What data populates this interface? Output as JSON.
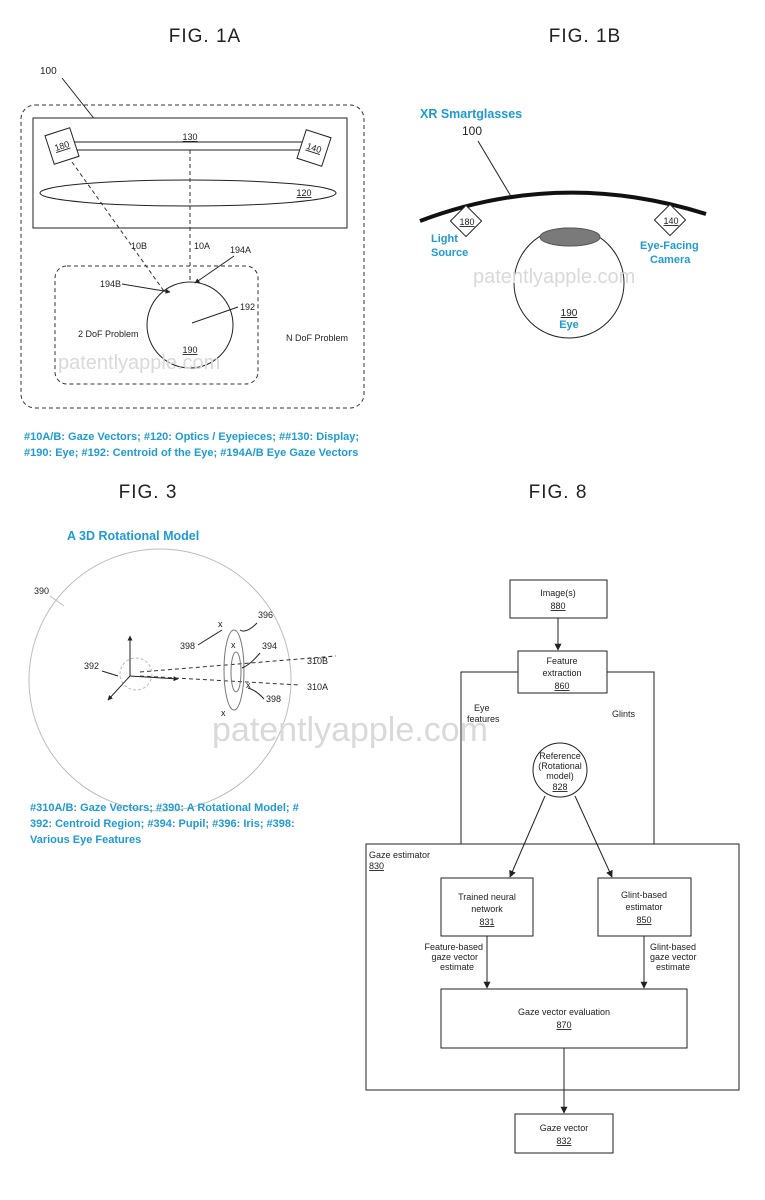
{
  "fig1a": {
    "title": "FIG. 1A",
    "ref_100": "100",
    "ref_130": "130",
    "ref_180": "180",
    "ref_140": "140",
    "ref_120": "120",
    "ref_10b": "10B",
    "ref_10a": "10A",
    "ref_194a": "194A",
    "ref_194b": "194B",
    "ref_192": "192",
    "ref_190": "190",
    "dof2": "2 DoF Problem",
    "ndof": "N DoF Problem",
    "watermark": "patentlyapple.com",
    "caption_line1": "#10A/B: Gaze Vectors; #120: Optics / Eyepieces; ##130: Display;",
    "caption_line2": "#190: Eye; #192: Centroid of the Eye; #194A/B Eye Gaze Vectors"
  },
  "fig1b": {
    "title": "FIG. 1B",
    "xr_label": "XR Smartglasses",
    "ref_100": "100",
    "ref_180": "180",
    "ref_140": "140",
    "light_source_1": "Light",
    "light_source_2": "Source",
    "eye_cam_1": "Eye-Facing",
    "eye_cam_2": "Camera",
    "ref_190": "190",
    "eye_label": "Eye",
    "watermark": "patentlyapple.com"
  },
  "fig3": {
    "title": "FIG. 3",
    "heading": "A 3D Rotational Model",
    "ref_390": "390",
    "ref_396": "396",
    "ref_398_top": "398",
    "ref_394": "394",
    "ref_310b": "310B",
    "ref_392": "392",
    "ref_310a": "310A",
    "ref_398_bottom": "398",
    "watermark": "patentlyapple.com",
    "caption_line1": "#310A/B: Gaze Vectors; #390: A Rotational Model; #",
    "caption_line2": "392: Centroid Region; #394: Pupil; #396: Iris; #398:",
    "caption_line3": "Various Eye Features"
  },
  "fig8": {
    "title": "FIG. 8",
    "images_label": "Image(s)",
    "images_ref": "880",
    "feature_label_1": "Feature",
    "feature_label_2": "extraction",
    "feature_ref": "860",
    "eye_features_1": "Eye",
    "eye_features_2": "features",
    "glints": "Glints",
    "reference_1": "Reference",
    "reference_2": "(Rotational",
    "reference_3": "model)",
    "reference_ref": "828",
    "gaze_estimator": "Gaze estimator",
    "gaze_estimator_ref": "830",
    "nn_1": "Trained neural",
    "nn_2": "network",
    "nn_ref": "831",
    "glint_est_1": "Glint-based",
    "glint_est_2": "estimator",
    "glint_est_ref": "850",
    "feat_gaze_1": "Feature-based",
    "feat_gaze_2": "gaze vector",
    "feat_gaze_3": "estimate",
    "glint_gaze_1": "Glint-based",
    "glint_gaze_2": "gaze vector",
    "glint_gaze_3": "estimate",
    "eval_label": "Gaze vector evaluation",
    "eval_ref": "870",
    "gaze_vector": "Gaze vector",
    "gaze_vector_ref": "832"
  }
}
